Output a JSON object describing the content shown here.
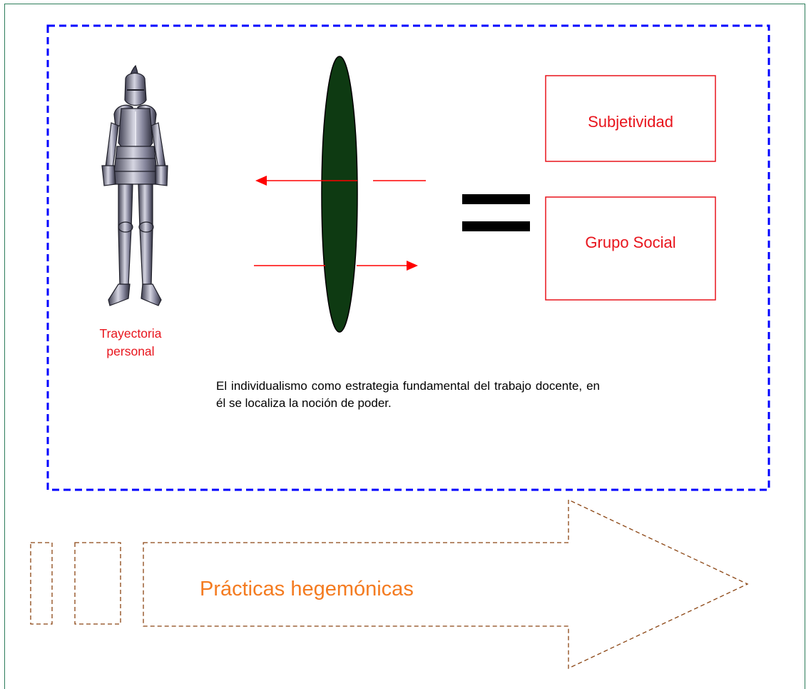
{
  "figure": {
    "person_label": "Trayectoria\npersonal",
    "box_top_label": "Subjetividad",
    "box_bottom_label": "Grupo Social",
    "description": "El individualismo como estrategia fundamental del trabajo docente, en él se localiza la noción de poder.",
    "arrow_label": "Prácticas hegemónicas"
  },
  "colors": {
    "outer_dashed_border": "#0000ff",
    "ellipse_fill": "#0e3a12",
    "arrow_lines": "#ff0000",
    "box_border": "#e8141c",
    "label_red": "#e8141c",
    "equals_sign": "#000000",
    "block_arrow_dashed": "#8b4513",
    "arrow_label_orange": "#f47b20",
    "page_frame": "#2e7d5b"
  },
  "icons": [
    "knight-armor-icon"
  ]
}
